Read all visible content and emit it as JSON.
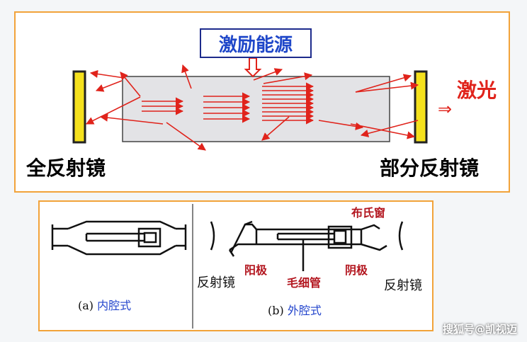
{
  "top": {
    "energy_label": "激励能源",
    "laser_label": "激光",
    "output_arrow": "⇒",
    "full_mirror_label": "全反射镜",
    "partial_mirror_label": "部分反射镜"
  },
  "bottom": {
    "internal_caption_prefix": "(a)",
    "internal_caption": "内腔式",
    "external_caption_prefix": "(b)",
    "external_caption": "外腔式",
    "mirror_left": "反射镜",
    "mirror_right": "反射镜",
    "anode": "阳极",
    "capillary": "毛细管",
    "cathode": "阴极",
    "brewster": "布氏窗"
  },
  "watermark": "搜狐号@凯视迈",
  "colors": {
    "frame": "#f2a33a",
    "accent_red": "#e0231b",
    "accent_blue": "#1f47c9",
    "mirror_yellow": "#f5e11d",
    "tube_fill": "#e3e3e6"
  }
}
